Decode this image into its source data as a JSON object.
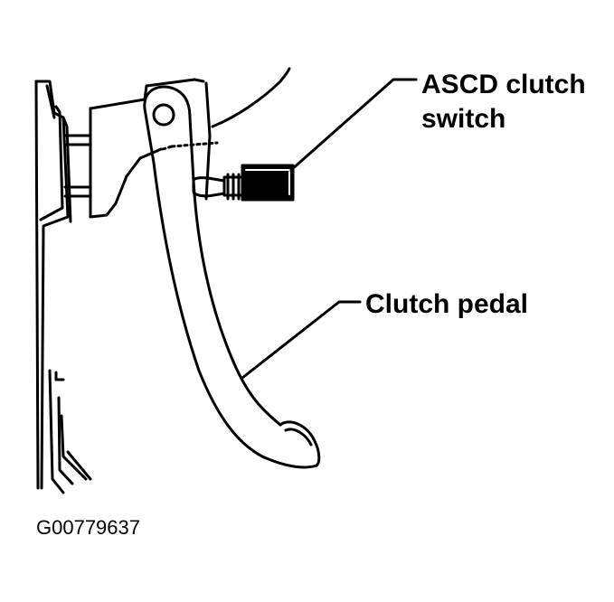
{
  "labels": {
    "switch_line1": "ASCD clutch",
    "switch_line2": "switch",
    "pedal": "Clutch pedal"
  },
  "figure_id": "G00779637",
  "colors": {
    "ink": "#000000",
    "paper": "#ffffff"
  }
}
